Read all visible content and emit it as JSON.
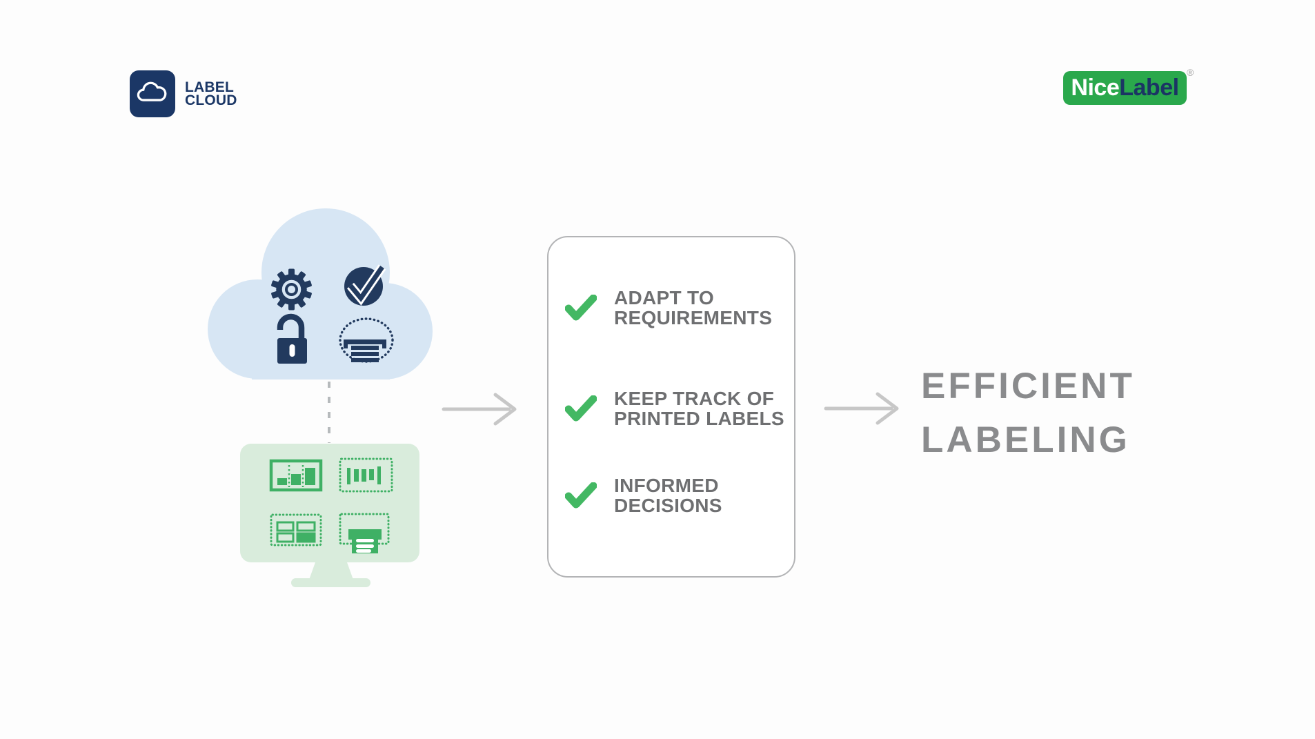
{
  "logos": {
    "label_cloud": {
      "icon": "cloud-icon",
      "line1": "LABEL",
      "line2": "CLOUD"
    },
    "nicelabel": {
      "part1": "Nice",
      "part2": "Label",
      "registered": "®"
    }
  },
  "cloud_group": {
    "icons": [
      "gear-icon",
      "check-circle-icon",
      "unlock-icon",
      "cloud-print-icon"
    ]
  },
  "monitor_group": {
    "icons": [
      "bar-chart-icon",
      "barcode-icon",
      "form-layout-icon",
      "printer-icon"
    ]
  },
  "benefits": [
    {
      "line1": "ADAPT TO",
      "line2": "REQUIREMENTS"
    },
    {
      "line1": "KEEP TRACK OF",
      "line2": "PRINTED LABELS"
    },
    {
      "line1": "INFORMED",
      "line2": "DECISIONS"
    }
  ],
  "result": {
    "line1": "EFFICIENT",
    "line2": "LABELING"
  },
  "colors": {
    "icon_navy": "#223a5e",
    "logo_navy": "#1b3766",
    "cloud_blue": "#d7e6f4",
    "monitor_green_bg": "#d9ecdc",
    "icon_green": "#3fb065",
    "check_green": "#43b863",
    "brand_green": "#2aa84c",
    "benefit_text_gray": "#6e6f71",
    "result_text_gray": "#8a8b8d",
    "arrow_gray": "#c7c7c7",
    "box_border_gray": "#b3b4b6"
  }
}
